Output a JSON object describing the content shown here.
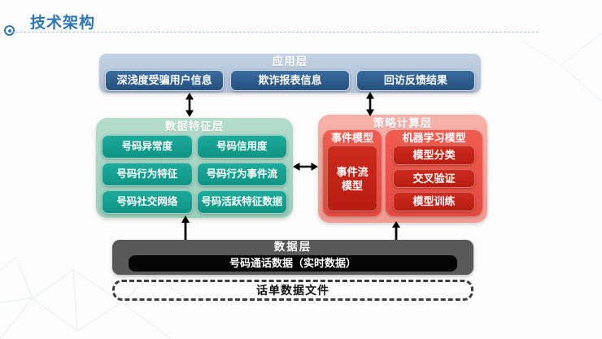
{
  "slide": {
    "title": "技术架构"
  },
  "app_layer": {
    "title": "应用层",
    "items": [
      "深浅度受骗用户信息",
      "欺诈报表信息",
      "回访反馈结果"
    ]
  },
  "feature_layer": {
    "title": "数据特征层",
    "items": [
      "号码异常度",
      "号码信用度",
      "号码行为特征",
      "号码行为事件流",
      "号码社交网络",
      "号码活跃特征数据"
    ]
  },
  "strategy_layer": {
    "title": "策略计算层",
    "event_model": {
      "title": "事件模型",
      "box": "事件流模型"
    },
    "ml_model": {
      "title": "机器学习模型",
      "items": [
        "模型分类",
        "交叉验证",
        "模型训练"
      ]
    }
  },
  "data_layer": {
    "title": "数据层",
    "realtime_box": "号码通话数据（实时数据）"
  },
  "file_layer": {
    "label": "话单数据文件"
  },
  "colors": {
    "title_blue": "#2e75b6",
    "app_outer": "#b9c9dd",
    "app_item": "#2b5c8e",
    "feature_outer": "#a5d5c3",
    "feature_item": "#16a092",
    "strategy_outer": "#f4a9a0",
    "strategy_panel": "#e9544a",
    "strategy_item": "#c32015",
    "data_outer": "#595959",
    "data_item": "#060606",
    "arrow": "#000000"
  }
}
